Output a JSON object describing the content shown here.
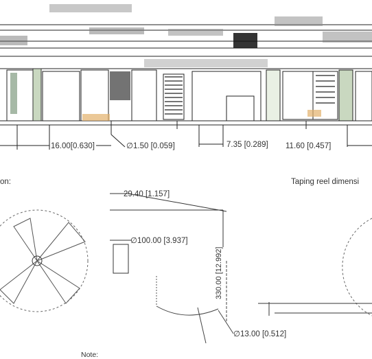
{
  "drawing": {
    "dimensions": {
      "pitch": "16.00[0.630]",
      "hole_dia": "∅1.50 [0.059]",
      "width_a": "7.35 [0.289]",
      "width_b": "11.60 [0.457]"
    },
    "section_left_heading": "on:",
    "section_right_heading": "Taping reel dimensi",
    "reel": {
      "hub_width": "29.40 [1.157]",
      "hub_dia": "∅100.00 [3.937]",
      "reel_dia": "330.00 [12.992]",
      "arbor_dia": "∅13.00 [0.512]"
    },
    "note_label": "Note:"
  }
}
